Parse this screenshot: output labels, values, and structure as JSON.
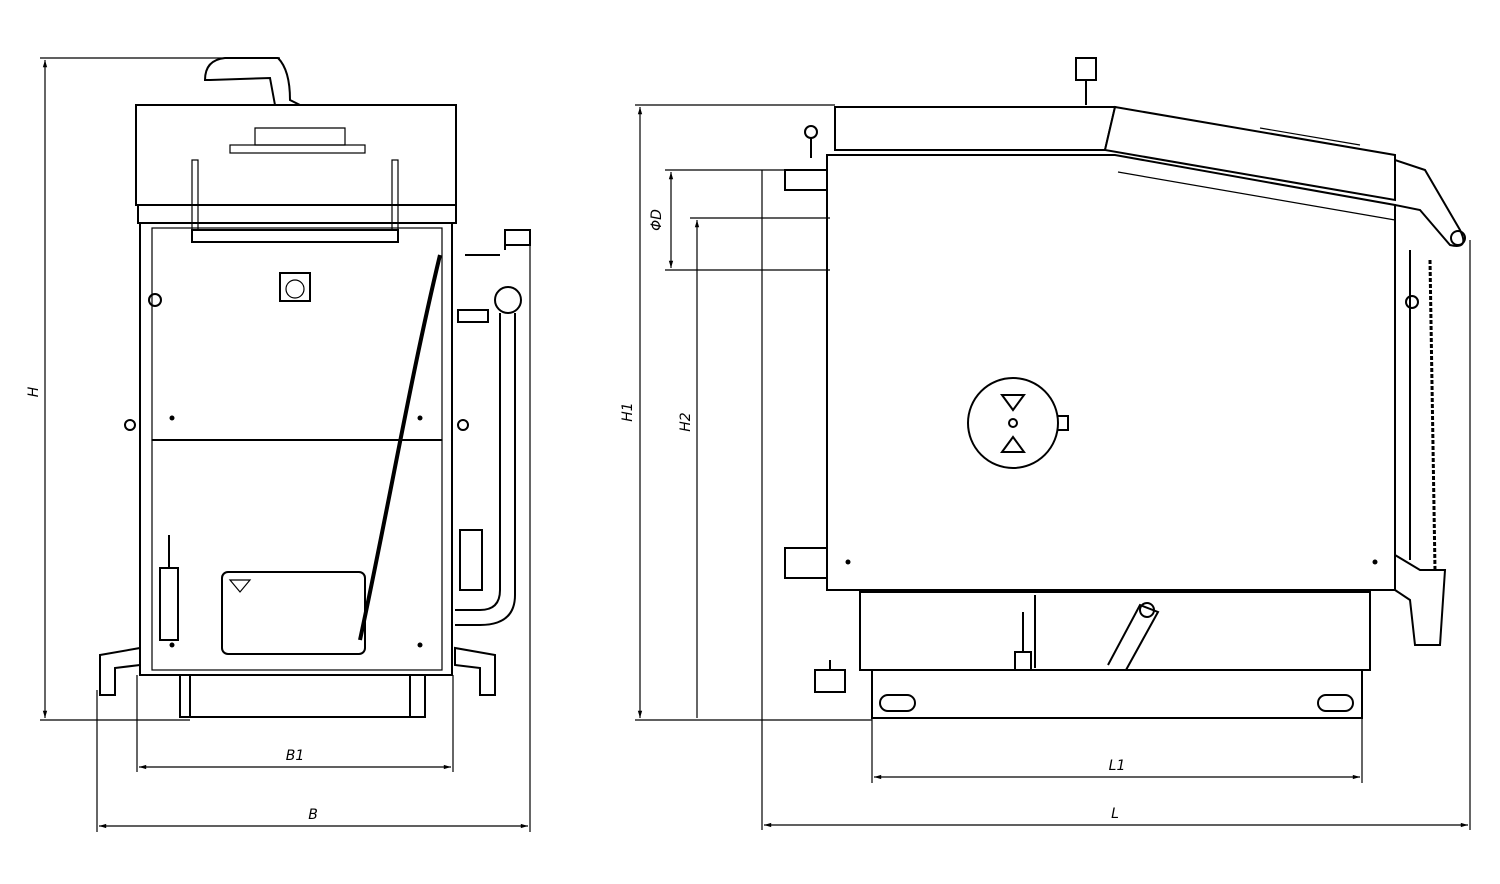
{
  "front_view": {
    "labels": {
      "height": "H",
      "inner_width": "B1",
      "overall_width": "B"
    }
  },
  "side_view": {
    "labels": {
      "overall_height": "H1",
      "outlet_diameter": "ΦD",
      "outlet_height": "H2",
      "base_length": "L1",
      "overall_length": "L"
    }
  },
  "colors": {
    "line": "#000000",
    "background": "#ffffff"
  }
}
